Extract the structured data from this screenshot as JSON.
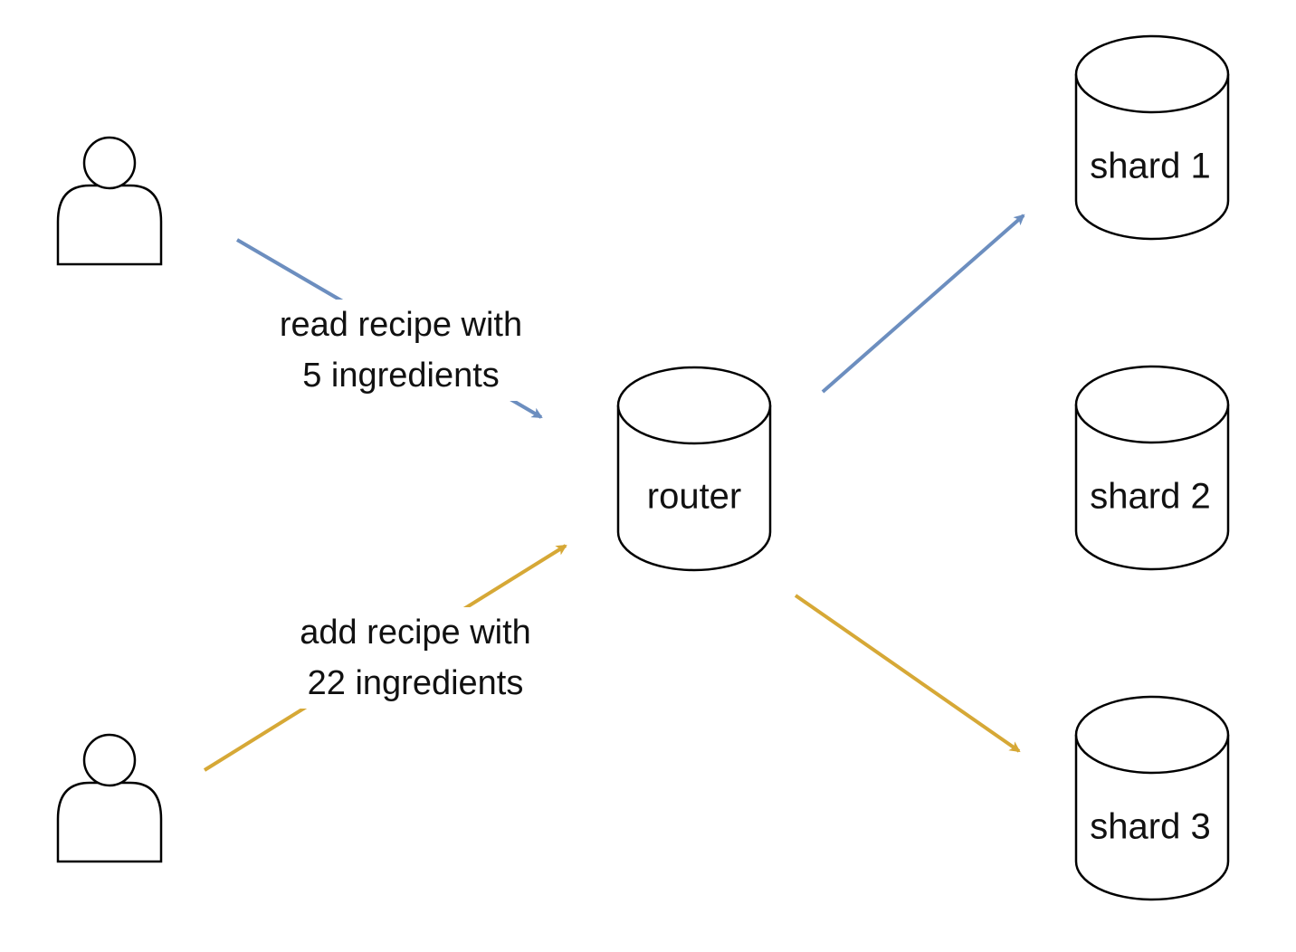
{
  "colors": {
    "read_flow": "#6c8ebf",
    "write_flow": "#d6a836",
    "outline": "#000000"
  },
  "actors": [
    {
      "icon": "user-icon"
    },
    {
      "icon": "user-icon"
    }
  ],
  "router": {
    "label": "router",
    "icon": "database-cylinder"
  },
  "shards": [
    {
      "label": "shard 1",
      "icon": "database-cylinder"
    },
    {
      "label": "shard 2",
      "icon": "database-cylinder"
    },
    {
      "label": "shard 3",
      "icon": "database-cylinder"
    }
  ],
  "edges": {
    "read": {
      "line1": "read recipe with",
      "line2": "5 ingredients"
    },
    "write": {
      "line1": "add recipe with",
      "line2": "22 ingredients"
    }
  }
}
